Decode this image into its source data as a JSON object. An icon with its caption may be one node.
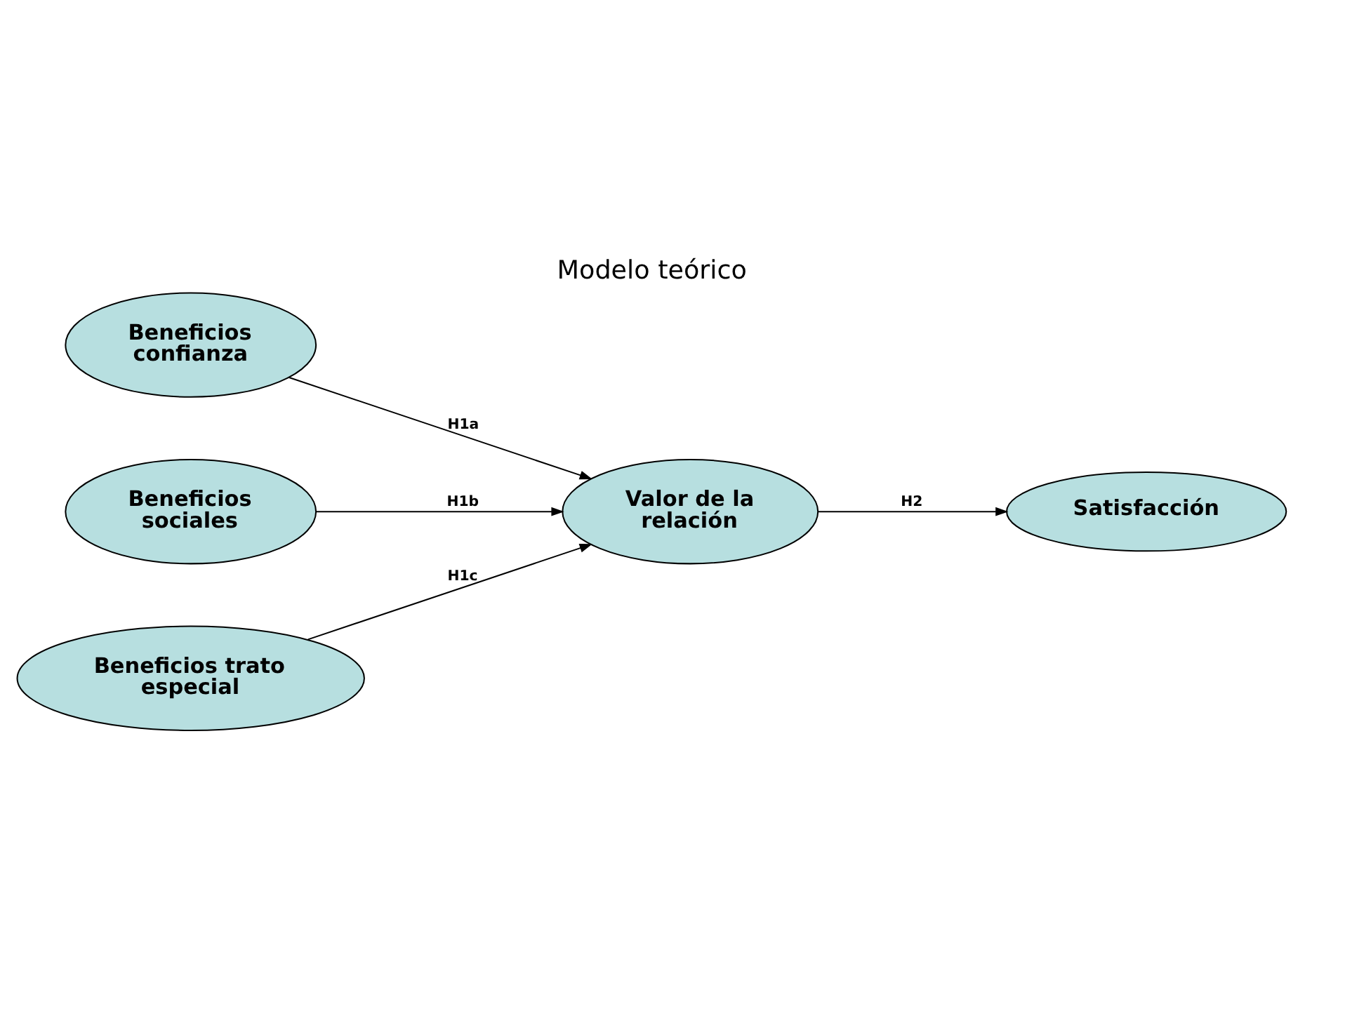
{
  "diagram": {
    "title": "Modelo teórico",
    "nodes": [
      {
        "text": [
          "Beneficios confianza"
        ]
      },
      {
        "text": [
          "Beneficios sociales"
        ]
      },
      {
        "text": [
          "Beneficios trato especial"
        ]
      },
      {
        "text": [
          "Valor de la relación"
        ]
      },
      {
        "text": [
          "Satisfacción"
        ]
      }
    ],
    "edges": [
      {
        "from": 0,
        "to": 3,
        "arrow": "to",
        "label": "H1a"
      },
      {
        "from": 1,
        "to": 3,
        "arrow": "to",
        "label": "H1b"
      },
      {
        "from": 2,
        "to": 3,
        "arrow": "to",
        "label": "H1c"
      },
      {
        "from": 3,
        "to": 4,
        "arrow": "to",
        "label": "H2"
      }
    ]
  }
}
